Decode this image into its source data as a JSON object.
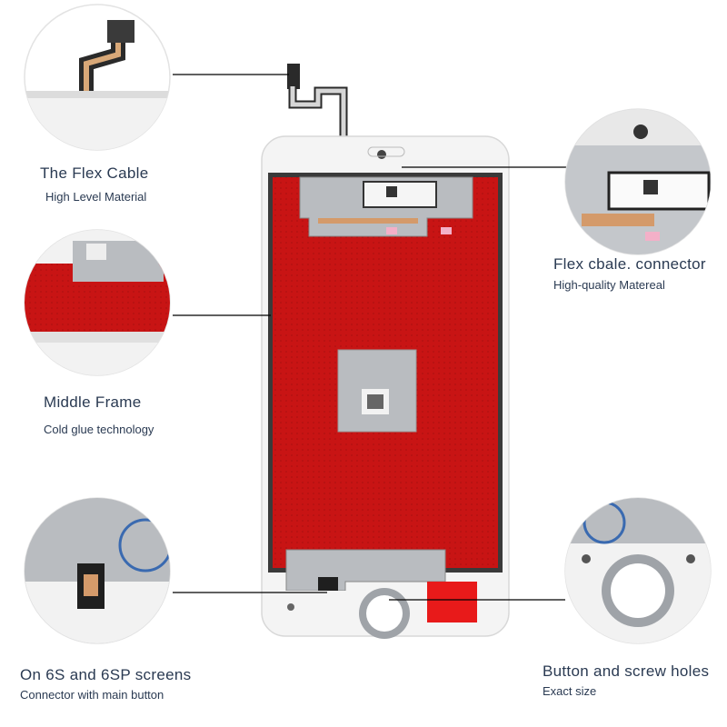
{
  "callouts": [
    {
      "title": "The Flex Cable",
      "subtitle": "High Level Material"
    },
    {
      "title": "Flex cbale. connector",
      "subtitle": "High-quality Matereal"
    },
    {
      "title": "Middle Frame",
      "subtitle": "Cold glue technology"
    },
    {
      "title": "On 6S and 6SP screens",
      "subtitle": "Connector with main button"
    },
    {
      "title": "Button and screw holes",
      "subtitle": "Exact size"
    }
  ],
  "colors": {
    "panel_red": "#c81414",
    "frame_white": "#f4f4f4",
    "shield_gray": "#b9bcc0",
    "flex_cable": "#2a2a2a",
    "caption_text": "#2a3a52"
  }
}
